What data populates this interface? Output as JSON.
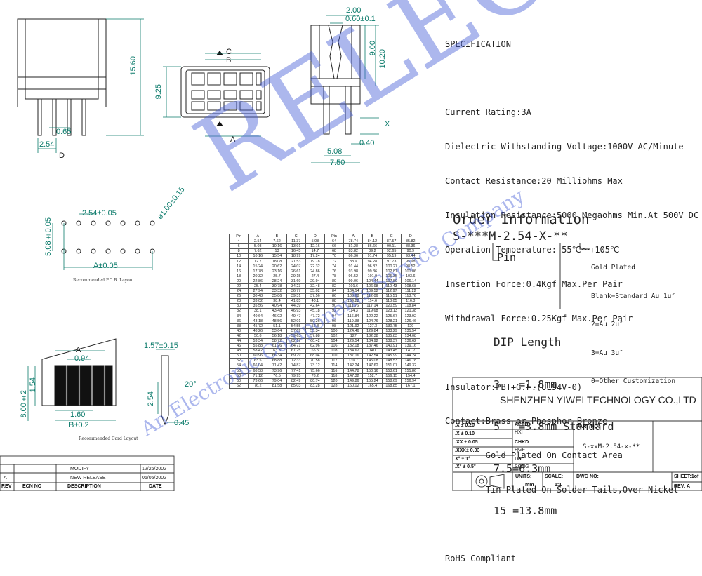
{
  "spec": {
    "title": "SPECIFICATION",
    "lines": [
      "Current Rating:3A",
      "Dielectric Withstanding Voltage:1000V AC/Minute",
      "Contact Resistance:20 Milliohms Max",
      "Insulation Resistance:5000 Megaohms Min.At 500V DC",
      "Operation Temperature:-55℃～+105℃",
      "Insertion Force:0.4Kgf Max.Per Pair",
      "Withdrawal Force:0.25Kgf Max.Per Pair",
      "",
      "Insulator:PBT+G.F.(UL94V-0)",
      "Contact:Brass or Phosphor Bronze",
      "        Gold Plated On Contact Area",
      "        Tin Plated On Solder Tails,Over Nickel",
      "",
      "RoHS Compliant"
    ]
  },
  "order": {
    "title": "Order Information",
    "code": "S-***M-2.54-X-**",
    "pin_label": "Pin",
    "plating_lines": [
      "Gold Plated",
      "Blank=Standard Au 1u″",
      "2=Au 2u″",
      "3=Au 3u″",
      "0=Other Customization"
    ],
    "dip_title": "DIP Length",
    "dip_lines": [
      "3   =1.8mm",
      "5   =3.8mm Standard",
      "7.5=6.3mm",
      "15 =13.8mm"
    ]
  },
  "company": "SHENZHEN YIWEI TECHNOLOGY CO.,LTD",
  "watermark": {
    "big": "RELECS",
    "small": "An Electronic Components Service Company"
  },
  "dims": {
    "d200": "2.00",
    "d060": "0.60±0.1",
    "d900": "9.00",
    "d1020": "10.20",
    "d1560": "15.60",
    "d925": "9.25",
    "d065": "0.65",
    "d254": "2.54",
    "d508": "5.08",
    "d750": "7.50",
    "d040": "0.40",
    "dX": "X",
    "labA": "A",
    "labB": "B",
    "labC": "C",
    "labD": "D",
    "pcb_pitch": "2.54±0.05",
    "pcb_row": "5.08±0.05",
    "pcb_hole": "ø1.00±0.15",
    "pcb_a": "A±0.05",
    "card_094": "0.94",
    "card_154": "1.54",
    "card_800": "8.00±2",
    "card_160": "1.60",
    "card_b": "B±0.2",
    "card_157": "1.57±0.15",
    "card_20": "20°",
    "card_254v": "2.54",
    "card_045": "0.45",
    "cap_pcb": "Recommended P.C.B. Layout",
    "cap_card": "Recommended Card Layout"
  },
  "table": {
    "headers": [
      "Pin",
      "A",
      "B",
      "C",
      "D",
      "Pin",
      "A",
      "B",
      "C",
      "D"
    ],
    "rows": [
      [
        "4",
        "2.54",
        "7.62",
        "11.37",
        "5.08",
        "64",
        "78.74",
        "84.12",
        "87.57",
        "85.82"
      ],
      [
        "6",
        "5.08",
        "10.16",
        "13.91",
        "12.16",
        "66",
        "81.28",
        "86.66",
        "90.11",
        "88.36"
      ],
      [
        "8",
        "7.62",
        "13",
        "16.45",
        "14.7",
        "68",
        "83.82",
        "89.2",
        "92.65",
        "90.9"
      ],
      [
        "10",
        "10.16",
        "15.54",
        "18.99",
        "17.24",
        "70",
        "86.36",
        "91.74",
        "95.19",
        "93.44"
      ],
      [
        "12",
        "12.7",
        "18.08",
        "21.53",
        "19.78",
        "72",
        "88.9",
        "94.28",
        "97.73",
        "95.98"
      ],
      [
        "14",
        "15.24",
        "20.62",
        "24.07",
        "22.32",
        "74",
        "91.44",
        "96.82",
        "100.27",
        "98.52"
      ],
      [
        "16",
        "17.78",
        "23.16",
        "26.61",
        "24.86",
        "76",
        "93.98",
        "99.36",
        "102.81",
        "101.06"
      ],
      [
        "18",
        "20.32",
        "25.7",
        "29.15",
        "27.4",
        "78",
        "96.52",
        "101.9",
        "105.35",
        "103.6"
      ],
      [
        "20",
        "22.86",
        "28.24",
        "31.69",
        "29.94",
        "80",
        "99.06",
        "104.44",
        "107.89",
        "106.14"
      ],
      [
        "22",
        "25.4",
        "30.78",
        "34.23",
        "32.48",
        "82",
        "101.6",
        "106.98",
        "110.43",
        "108.68"
      ],
      [
        "24",
        "27.94",
        "33.32",
        "36.77",
        "35.02",
        "84",
        "104.14",
        "109.52",
        "112.97",
        "111.22"
      ],
      [
        "26",
        "30.48",
        "35.86",
        "39.31",
        "37.56",
        "86",
        "106.68",
        "112.06",
        "115.51",
        "113.76"
      ],
      [
        "28",
        "33.02",
        "38.4",
        "41.85",
        "40.1",
        "88",
        "109.22",
        "114.6",
        "118.05",
        "116.3"
      ],
      [
        "30",
        "35.56",
        "40.94",
        "44.39",
        "42.64",
        "90",
        "111.76",
        "117.14",
        "120.59",
        "118.84"
      ],
      [
        "32",
        "38.1",
        "43.48",
        "46.93",
        "45.18",
        "92",
        "114.3",
        "119.68",
        "123.13",
        "121.38"
      ],
      [
        "34",
        "40.64",
        "46.02",
        "49.47",
        "47.72",
        "94",
        "116.84",
        "122.22",
        "125.67",
        "123.92"
      ],
      [
        "36",
        "43.18",
        "48.56",
        "52.01",
        "50.26",
        "96",
        "119.38",
        "124.76",
        "128.21",
        "126.46"
      ],
      [
        "38",
        "45.72",
        "51.1",
        "54.55",
        "52.8",
        "98",
        "121.92",
        "127.3",
        "130.75",
        "129"
      ],
      [
        "40",
        "48.26",
        "53.64",
        "57.09",
        "55.34",
        "100",
        "124.46",
        "129.84",
        "133.29",
        "131.54"
      ],
      [
        "42",
        "50.8",
        "56.18",
        "59.63",
        "57.88",
        "102",
        "127",
        "132.38",
        "135.83",
        "134.08"
      ],
      [
        "44",
        "53.34",
        "58.72",
        "62.17",
        "60.42",
        "104",
        "129.54",
        "134.92",
        "138.37",
        "136.62"
      ],
      [
        "46",
        "55.88",
        "61.26",
        "64.71",
        "62.96",
        "106",
        "132.08",
        "137.46",
        "140.91",
        "139.16"
      ],
      [
        "48",
        "58.42",
        "63.8",
        "67.25",
        "65.5",
        "108",
        "134.62",
        "140",
        "143.45",
        "141.7"
      ],
      [
        "50",
        "60.96",
        "66.34",
        "69.79",
        "68.04",
        "110",
        "137.16",
        "142.54",
        "145.99",
        "144.24"
      ],
      [
        "52",
        "63.5",
        "68.88",
        "72.33",
        "70.58",
        "112",
        "139.7",
        "145.08",
        "148.53",
        "146.78"
      ],
      [
        "54",
        "66.04",
        "71.42",
        "74.87",
        "73.12",
        "114",
        "142.24",
        "147.62",
        "151.07",
        "149.32"
      ],
      [
        "56",
        "68.58",
        "73.96",
        "77.41",
        "75.66",
        "116",
        "144.78",
        "150.16",
        "153.61",
        "151.86"
      ],
      [
        "58",
        "71.12",
        "76.5",
        "79.95",
        "78.2",
        "118",
        "147.32",
        "152.7",
        "156.15",
        "154.4"
      ],
      [
        "60",
        "73.66",
        "79.04",
        "82.49",
        "80.74",
        "120",
        "149.86",
        "155.24",
        "158.69",
        "156.94"
      ],
      [
        "62",
        "76.2",
        "81.58",
        "85.03",
        "83.28",
        "128",
        "160.02",
        "165.4",
        "168.85",
        "167.1"
      ]
    ]
  },
  "title_block": {
    "tol": [
      ".X  ± 0.20",
      ".X  ± 0.10",
      ".XX ± 0.05",
      ".XXX± 0.03",
      "X°  ± 1°",
      ".X° ± 0.5°"
    ],
    "appd_label": "APPD:",
    "appd_val": "HXI",
    "chkd_label": "CHKD:",
    "chkd_val": "HGF",
    "dr_label": "DR:",
    "dr_val": "SONG",
    "part_label": "PART NO:",
    "part_val": "S-xxM-2.54-x-**",
    "units_label": "UNITS:",
    "units_val": "mm",
    "scale_label": "SCALE:",
    "scale_val": "1:1",
    "dwg_label": "DWG NO:",
    "sheet_label": "SHEET:1of",
    "rev_label": "REV: A"
  },
  "rev_block": {
    "rows": [
      {
        "rev": "",
        "ecn": "",
        "desc": "MODIFY",
        "date": "12/26/2002"
      },
      {
        "rev": "A",
        "ecn": "",
        "desc": "NEW RELEASE",
        "date": "06/05/2002"
      }
    ],
    "h_rev": "REV",
    "h_ecn": "ECN NO",
    "h_desc": "DESCRIPTION",
    "h_date": "DATE"
  }
}
